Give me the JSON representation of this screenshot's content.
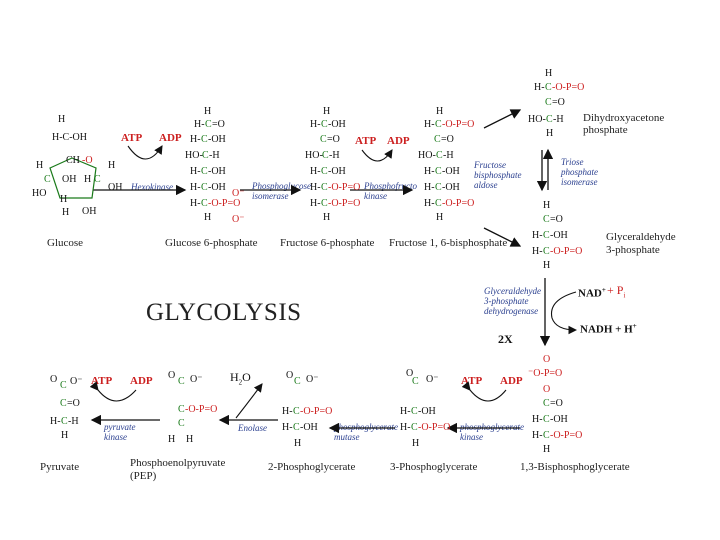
{
  "title": "GLYCOLYSIS",
  "compounds": {
    "glucose": "Glucose",
    "g6p": "Glucose 6-phosphate",
    "f6p": "Fructose 6-phosphate",
    "f16bp": "Fructose 1, 6-bisphosphate",
    "dhap_1": "Dihydroxyacetone",
    "dhap_2": "phosphate",
    "g3p_1": "Glyceraldehyde",
    "g3p_2": "3-phosphate",
    "bpg13": "1,3-Bisphosphoglycerate",
    "pg3": "3-Phosphoglycerate",
    "pg2": "2-Phosphoglycerate",
    "pep_1": "Phosphoenolpyruvate",
    "pep_2": "(PEP)",
    "pyruvate": "Pyruvate"
  },
  "enzymes": {
    "hexokinase": "Hexokinase",
    "pgi_1": "Phosphoglucose",
    "pgi_2": "isomerase",
    "pfk_1": "Phosphofructo",
    "pfk_2": "kinase",
    "aldolase_1": "Fructose",
    "aldolase_2": "bisphosphate",
    "aldolase_3": "aldose",
    "tpi_1": "Triose",
    "tpi_2": "phosphate",
    "tpi_3": "isomerase",
    "g3pdh_1": "Glyceraldehyde",
    "g3pdh_2": "3-phosphate",
    "g3pdh_3": "dehydrogenase",
    "pgk_1": "phosphoglycerate",
    "pgk_2": "kinase",
    "pgm_1": "phosphoglycerate",
    "pgm_2": "mutase",
    "enolase": "Enolase",
    "pk_1": "pyruvate",
    "pk_2": "kinase"
  },
  "cofactors": {
    "atp": "ATP",
    "adp": "ADP",
    "nad": "NAD",
    "pi": "P",
    "nadh": "NADH + H",
    "water": "H",
    "twox": "2X"
  },
  "colors": {
    "carbon": "#1a7a1a",
    "phosphate": "#cc2020",
    "enzyme": "#2a3f8f",
    "text": "#111111"
  }
}
